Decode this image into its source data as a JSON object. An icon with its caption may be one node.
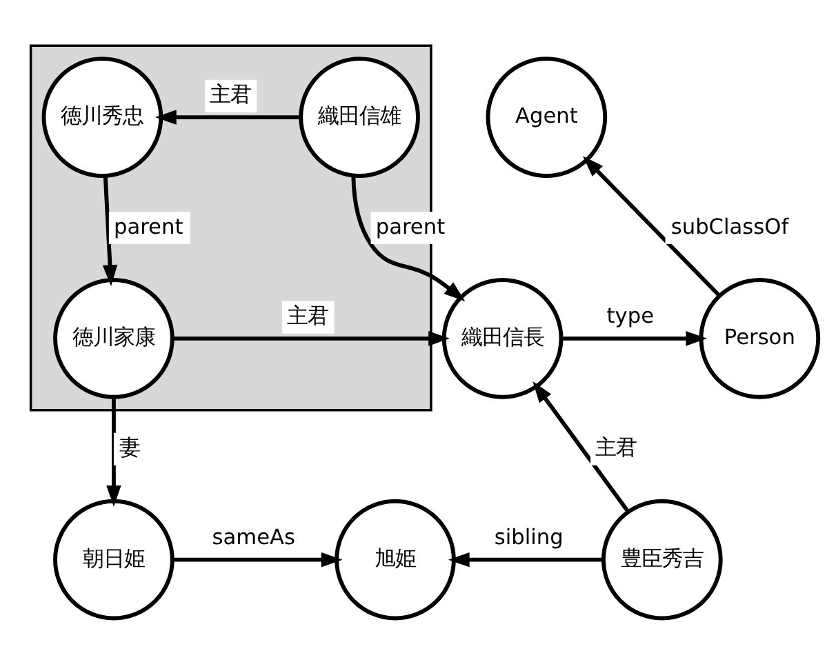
{
  "diagram": {
    "nodes": [
      {
        "text": [],
        "shape": "box"
      },
      {
        "text": [
          "徳川秀忠"
        ],
        "in": 0
      },
      {
        "text": [
          "織田信雄"
        ],
        "in": 0
      },
      {
        "text": [
          "Agent"
        ]
      },
      {
        "text": [
          "徳川家康"
        ],
        "in": 0
      },
      {
        "text": [
          "織田信長"
        ]
      },
      {
        "text": [
          "Person"
        ]
      },
      {
        "text": [
          "朝日姫"
        ]
      },
      {
        "text": [
          "旭姫"
        ]
      },
      {
        "text": [
          "豊臣秀吉"
        ]
      }
    ],
    "edges": [
      {
        "from": 2,
        "to": 1,
        "arrow": "to",
        "label": "主君"
      },
      {
        "from": 1,
        "to": 4,
        "arrow": "to",
        "label": "parent"
      },
      {
        "from": 2,
        "to": 5,
        "arrow": "to",
        "label": "parent"
      },
      {
        "from": 6,
        "to": 3,
        "arrow": "to",
        "label": "subClassOf"
      },
      {
        "from": 4,
        "to": 5,
        "arrow": "to",
        "label": "主君"
      },
      {
        "from": 5,
        "to": 6,
        "arrow": "to",
        "label": "type"
      },
      {
        "from": 9,
        "to": 5,
        "arrow": "to",
        "label": "主君"
      },
      {
        "from": 4,
        "to": 7,
        "arrow": "to",
        "label": "妻"
      },
      {
        "from": 7,
        "to": 8,
        "arrow": "to",
        "label": "sameAs"
      },
      {
        "from": 9,
        "to": 8,
        "arrow": "to",
        "label": "sibling"
      }
    ]
  }
}
